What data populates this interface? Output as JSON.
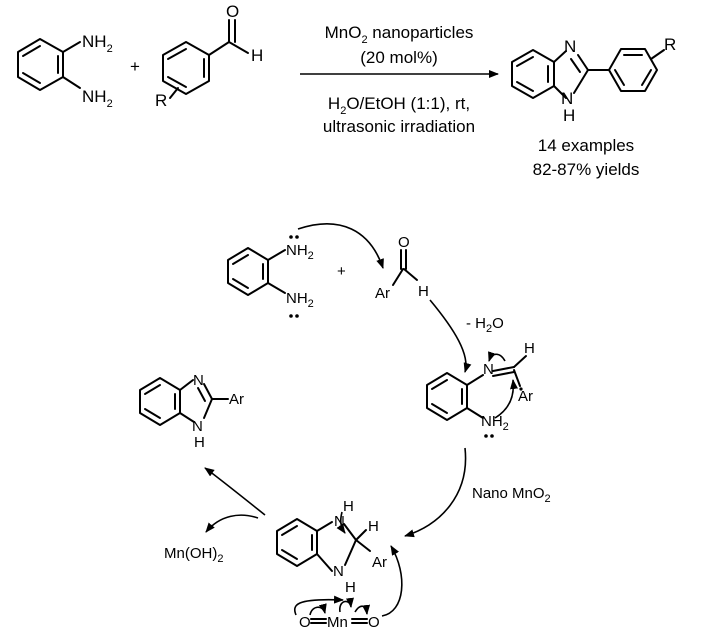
{
  "top": {
    "sm1": {
      "nh2_a": "NH",
      "nh2_a_sub": "2",
      "nh2_b": "NH",
      "nh2_b_sub": "2"
    },
    "plus": "+",
    "aldehyde": {
      "o": "O",
      "h": "H",
      "r": "R"
    },
    "conditions_above": {
      "line1_a": "MnO",
      "line1_sub": "2",
      "line1_b": " nanoparticles",
      "line2": "(20 mol%)"
    },
    "conditions_below": {
      "line1_a": "H",
      "line1_sub1": "2",
      "line1_b": "O/EtOH (1:1), rt,",
      "line2": "ultrasonic irradiation"
    },
    "product": {
      "n": "N",
      "h": "H",
      "r": "R"
    },
    "result": {
      "line1": "14 examples",
      "line2": "82-87% yields"
    }
  },
  "mechanism": {
    "sm1": {
      "nh2_a": "NH",
      "nh2_a_sub": "2",
      "nh2_b": "NH",
      "nh2_b_sub": "2"
    },
    "plus": "+",
    "aldehyde": {
      "o": "O",
      "ar": "Ar",
      "h": "H"
    },
    "minus_water": {
      "a": "- H",
      "sub": "2",
      "b": "O"
    },
    "imine": {
      "n": "N",
      "h": "H",
      "ar": "Ar",
      "nh2": "NH",
      "nh2_sub": "2"
    },
    "oxidant": {
      "a": "Nano MnO",
      "sub": "2"
    },
    "intermediate": {
      "nh_top": "N",
      "h_top": "H",
      "h_ch": "H",
      "ar": "Ar",
      "nh_bot": "N",
      "h_bot": "H"
    },
    "mno2": {
      "o1": "O",
      "mn": "Mn",
      "o2": "O"
    },
    "byproduct": {
      "a": "Mn(OH)",
      "sub": "2"
    },
    "product": {
      "n": "N",
      "ar": "Ar",
      "nh": "N",
      "h": "H"
    }
  }
}
